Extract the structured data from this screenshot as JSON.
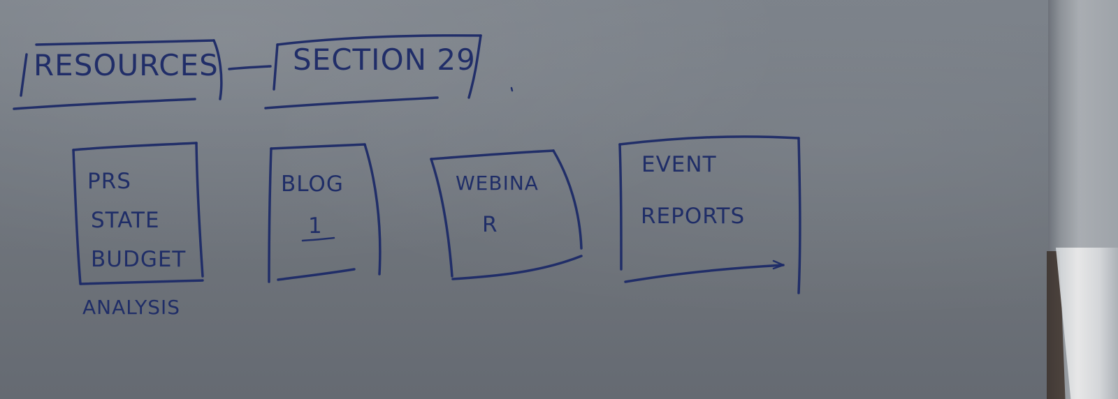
{
  "whiteboard": {
    "header": {
      "left_label": "RESOURCES",
      "right_label": "SECTION 29"
    },
    "cards": [
      {
        "lines": [
          "PRS",
          "STATE",
          "BUDGET"
        ],
        "below": "ANALYSIS"
      },
      {
        "lines": [
          "BLOG",
          "1"
        ]
      },
      {
        "lines": [
          "WEBINA",
          "R"
        ]
      },
      {
        "lines": [
          "EVENT",
          "REPORTS"
        ]
      }
    ]
  }
}
